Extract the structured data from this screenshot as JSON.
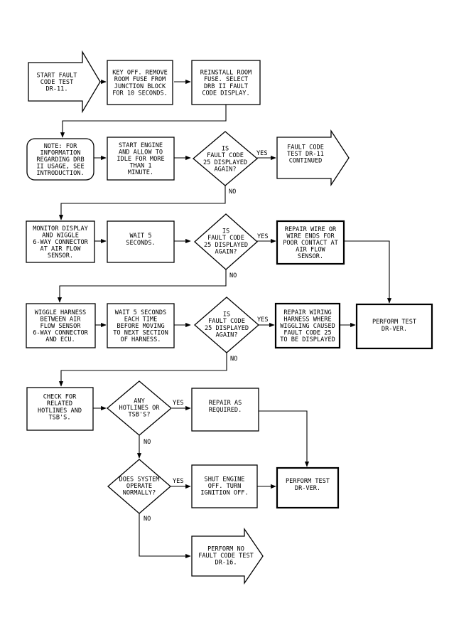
{
  "nodes": {
    "start_test": [
      "START FAULT",
      "CODE TEST",
      "DR-11."
    ],
    "key_off": [
      "KEY OFF. REMOVE",
      "ROOM FUSE FROM",
      "JUNCTION BLOCK",
      "FOR 10 SECONDS."
    ],
    "reinstall": [
      "REINSTALL ROOM",
      "FUSE. SELECT",
      "DRB II FAULT",
      "CODE DISPLAY."
    ],
    "note": [
      "NOTE: FOR",
      "INFORMATION",
      "REGARDING DRB",
      "II USAGE, SEE",
      "INTRODUCTION."
    ],
    "start_engine": [
      "START ENGINE",
      "AND ALLOW TO",
      "IDLE FOR MORE",
      "THAN 1",
      "MINUTE."
    ],
    "dec1": [
      "IS",
      "FAULT CODE",
      "25 DISPLAYED",
      "AGAIN?"
    ],
    "continued": [
      "FAULT CODE",
      "TEST DR-11",
      "CONTINUED"
    ],
    "monitor": [
      "MONITOR DISPLAY",
      "AND WIGGLE",
      "6-WAY CONNECTOR",
      "AT AIR FLOW",
      "SENSOR."
    ],
    "wait5": [
      "WAIT 5",
      "SECONDS."
    ],
    "dec2": [
      "IS",
      "FAULT CODE",
      "25 DISPLAYED",
      "AGAIN?"
    ],
    "repair_wire": [
      "REPAIR WIRE OR",
      "WIRE ENDS FOR",
      "POOR CONTACT AT",
      "AIR FLOW",
      "SENSOR."
    ],
    "wiggle_harness": [
      "WIGGLE HARNESS",
      "BETWEEN AIR",
      "FLOW SENSOR",
      "6-WAY CONNECTOR",
      "AND ECU."
    ],
    "wait_each": [
      "WAIT 5 SECONDS",
      "EACH TIME",
      "BEFORE MOVING",
      "TO NEXT SECTION",
      "OF HARNESS."
    ],
    "dec3": [
      "IS",
      "FAULT CODE",
      "25 DISPLAYED",
      "AGAIN?"
    ],
    "repair_wiring": [
      "REPAIR WIRING",
      "HARNESS WHERE",
      "WIGGLING CAUSED",
      "FAULT CODE 25",
      "TO BE DISPLAYED"
    ],
    "perform_dr_ver_1": [
      "PERFORM TEST",
      "DR-VER."
    ],
    "check_hotlines": [
      "CHECK FOR",
      "RELATED",
      "HOTLINES AND",
      "TSB'S."
    ],
    "dec4": [
      "ANY",
      "HOTLINES OR",
      "TSB'S?"
    ],
    "repair_required": [
      "REPAIR AS",
      "REQUIRED."
    ],
    "dec5": [
      "DOES SYSTEM",
      "OPERATE",
      "NORMALLY?"
    ],
    "shut_engine": [
      "SHUT ENGINE",
      "OFF. TURN",
      "IGNITION OFF."
    ],
    "perform_dr_ver_2": [
      "PERFORM TEST",
      "DR-VER."
    ],
    "perform_no_fault": [
      "PERFORM NO",
      "FAULT CODE TEST",
      "DR-16."
    ]
  },
  "edge_labels": {
    "yes": "YES",
    "no": "NO"
  }
}
